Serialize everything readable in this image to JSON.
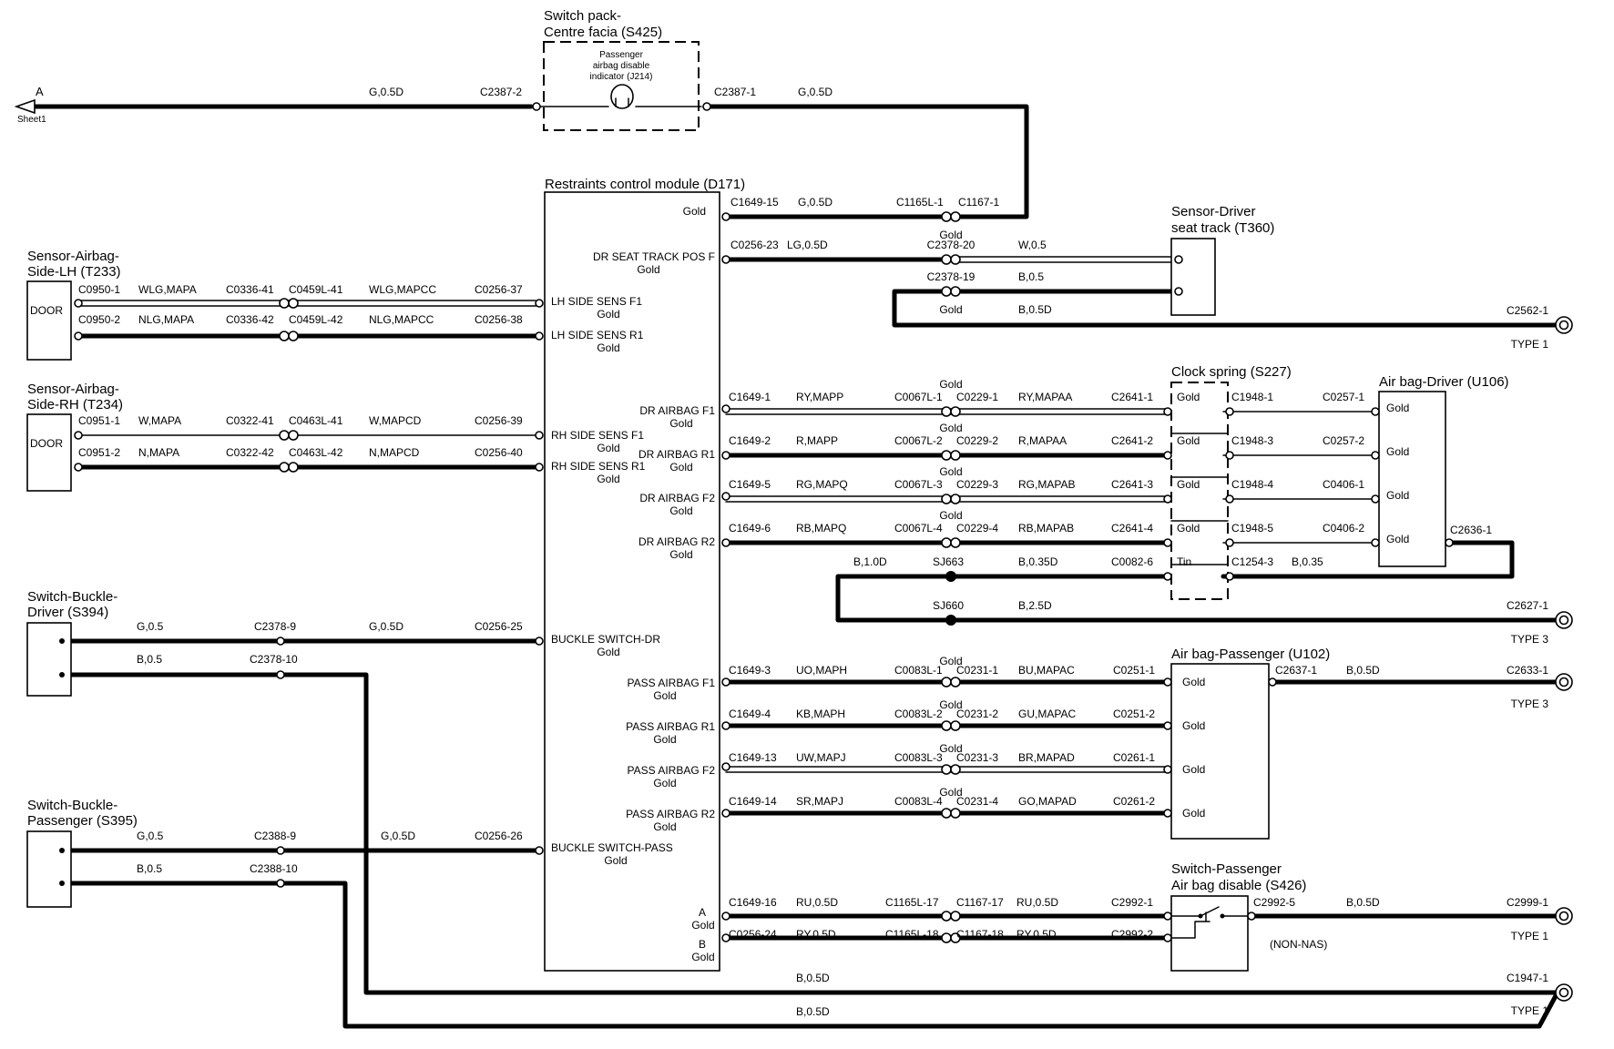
{
  "off_sheet": {
    "letter": "A",
    "sheet": "Sheet1"
  },
  "components": {
    "switch_pack": {
      "line1": "Switch pack-",
      "line2": "Centre facia (S425)"
    },
    "indicator": {
      "line1": "Passenger",
      "line2": "airbag disable",
      "line3": "indicator (J214)"
    },
    "rcm": {
      "title": "Restraints control module (D171)"
    },
    "sensor_lh": {
      "line1": "Sensor-Airbag-",
      "line2": "Side-LH (T233)",
      "door": "DOOR"
    },
    "sensor_rh": {
      "line1": "Sensor-Airbag-",
      "line2": "Side-RH (T234)",
      "door": "DOOR"
    },
    "buckle_driver": {
      "line1": "Switch-Buckle-",
      "line2": "Driver (S394)"
    },
    "buckle_pass": {
      "line1": "Switch-Buckle-",
      "line2": "Passenger (S395)"
    },
    "seat_track": {
      "line1": "Sensor-Driver",
      "line2": "seat track (T360)"
    },
    "clock_spring": {
      "title": "Clock spring (S227)"
    },
    "airbag_driver": {
      "title": "Air bag-Driver (U106)"
    },
    "airbag_pass": {
      "title": "Air bag-Passenger (U102)"
    },
    "switch_pass": {
      "line1": "Switch-Passenger",
      "line2": "Air bag disable (S426)",
      "note": "(NON-NAS)"
    }
  },
  "rcm_pins": [
    {
      "name": "Gold",
      "term": ""
    },
    {
      "name": "DR SEAT TRACK POS F",
      "term": "Gold"
    },
    {
      "name": "LH SIDE SENS F1",
      "term": "Gold"
    },
    {
      "name": "LH SIDE SENS R1",
      "term": "Gold"
    },
    {
      "name": "RH SIDE SENS F1",
      "term": "Gold"
    },
    {
      "name": "RH SIDE SENS R1",
      "term": "Gold"
    },
    {
      "name": "DR AIRBAG F1",
      "term": "Gold"
    },
    {
      "name": "DR AIRBAG R1",
      "term": "Gold"
    },
    {
      "name": "DR AIRBAG F2",
      "term": "Gold"
    },
    {
      "name": "DR AIRBAG R2",
      "term": "Gold"
    },
    {
      "name": "BUCKLE SWITCH-DR",
      "term": "Gold"
    },
    {
      "name": "PASS AIRBAG F1",
      "term": "Gold"
    },
    {
      "name": "PASS AIRBAG R1",
      "term": "Gold"
    },
    {
      "name": "PASS AIRBAG F2",
      "term": "Gold"
    },
    {
      "name": "PASS AIRBAG R2",
      "term": "Gold"
    },
    {
      "name": "BUCKLE SWITCH-PASS",
      "term": "Gold"
    },
    {
      "name": "A",
      "term": "Gold"
    },
    {
      "name": "B",
      "term": "Gold"
    }
  ],
  "texts": {
    "top_wire_left": "G,0.5D",
    "top_c_left": "C2387-2",
    "top_c_right": "C2387-1",
    "top_wire_right": "G,0.5D",
    "r0_c1": "C1649-15",
    "r0_w1": "G,0.5D",
    "r0_c2": "C1165L-1",
    "r0_c3": "C1167-1",
    "r0_gold": "Gold",
    "r1_c1": "C0256-23",
    "r1_w1": "LG,0.5D",
    "r1_c2": "C2378-20",
    "r1_w2": "W,0.5",
    "r1b_c2": "C2378-19",
    "r1b_w2": "B,0.5",
    "r1b_gold": "Gold",
    "r1b_w3": "B,0.5D",
    "g1_c": "C2562-1",
    "g1_t": "TYPE 1",
    "lh1_c1": "C0950-1",
    "lh1_w1": "WLG,MAPA",
    "lh1_c2": "C0336-41",
    "lh1_c3": "C0459L-41",
    "lh1_w2": "WLG,MAPCC",
    "lh1_c4": "C0256-37",
    "lh2_c1": "C0950-2",
    "lh2_w1": "NLG,MAPA",
    "lh2_c2": "C0336-42",
    "lh2_c3": "C0459L-42",
    "lh2_w2": "NLG,MAPCC",
    "lh2_c4": "C0256-38",
    "rh1_c1": "C0951-1",
    "rh1_w1": "W,MAPA",
    "rh1_c2": "C0322-41",
    "rh1_c3": "C0463L-41",
    "rh1_w2": "W,MAPCD",
    "rh1_c4": "C0256-39",
    "rh2_c1": "C0951-2",
    "rh2_w1": "N,MAPA",
    "rh2_c2": "C0322-42",
    "rh2_c3": "C0463L-42",
    "rh2_w2": "N,MAPCD",
    "rh2_c4": "C0256-40",
    "d1_c1": "C1649-1",
    "d1_w1": "RY,MAPP",
    "d1_c2": "C0067L-1",
    "d1_c3": "C0229-1",
    "d1_w2": "RY,MAPAA",
    "d1_c4": "C2641-1",
    "d1_cs": "Gold",
    "d1_c5": "C1948-1",
    "d1_c6": "C0257-1",
    "d1_ab": "Gold",
    "d2_c1": "C1649-2",
    "d2_w1": "R,MAPP",
    "d2_c2": "C0067L-2",
    "d2_c3": "C0229-2",
    "d2_w2": "R,MAPAA",
    "d2_c4": "C2641-2",
    "d2_cs": "Gold",
    "d2_c5": "C1948-3",
    "d2_c6": "C0257-2",
    "d2_ab": "Gold",
    "d3_c1": "C1649-5",
    "d3_w1": "RG,MAPQ",
    "d3_c2": "C0067L-3",
    "d3_c3": "C0229-3",
    "d3_w2": "RG,MAPAB",
    "d3_c4": "C2641-3",
    "d3_cs": "Gold",
    "d3_c5": "C1948-4",
    "d3_c6": "C0406-1",
    "d3_ab": "Gold",
    "d4_c1": "C1649-6",
    "d4_w1": "RB,MAPQ",
    "d4_c2": "C0067L-4",
    "d4_c3": "C0229-4",
    "d4_w2": "RB,MAPAB",
    "d4_c4": "C2641-4",
    "d4_cs": "Gold",
    "d4_c5": "C1948-5",
    "d4_c6": "C0406-2",
    "d4_ab": "Gold",
    "d_gold_1": "Gold",
    "d_gold_2": "Gold",
    "d_gold_3": "Gold",
    "d_gold_4": "Gold",
    "gnd_w1": "B,1.0D",
    "gnd_sj1": "SJ663",
    "gnd_w2": "B,0.35D",
    "gnd_c1": "C0082-6",
    "gnd_tin": "Tin",
    "gnd_c2": "C1254-3",
    "gnd_w3": "B,0.35",
    "gnd_c3": "C2636-1",
    "gnd_sj2": "SJ660",
    "gnd_w4": "B,2.5D",
    "g2_c": "C2627-1",
    "g2_t": "TYPE 3",
    "bd1_w1": "G,0.5",
    "bd1_c1": "C2378-9",
    "bd1_w2": "G,0.5D",
    "bd1_c2": "C0256-25",
    "bd2_w1": "B,0.5",
    "bd2_c1": "C2378-10",
    "p1_c1": "C1649-3",
    "p1_w1": "UO,MAPH",
    "p1_c2": "C0083L-1",
    "p1_c3": "C0231-1",
    "p1_w2": "BU,MAPAC",
    "p1_c4": "C0251-1",
    "p1_ab": "Gold",
    "p2_c1": "C1649-4",
    "p2_w1": "KB,MAPH",
    "p2_c2": "C0083L-2",
    "p2_c3": "C0231-2",
    "p2_w2": "GU,MAPAC",
    "p2_c4": "C0251-2",
    "p2_ab": "Gold",
    "p3_c1": "C1649-13",
    "p3_w1": "UW,MAPJ",
    "p3_c2": "C0083L-3",
    "p3_c3": "C0231-3",
    "p3_w2": "BR,MAPAD",
    "p3_c4": "C0261-1",
    "p3_ab": "Gold",
    "p4_c1": "C1649-14",
    "p4_w1": "SR,MAPJ",
    "p4_c2": "C0083L-4",
    "p4_c3": "C0231-4",
    "p4_w2": "GO,MAPAD",
    "p4_c4": "C0261-2",
    "p4_ab": "Gold",
    "p_gold_1": "Gold",
    "p_gold_2": "Gold",
    "p_gold_3": "Gold",
    "p_gold_4": "Gold",
    "ap_c1": "C2637-1",
    "ap_w1": "B,0.5D",
    "g3_c": "C2633-1",
    "g3_t": "TYPE 3",
    "bp1_w1": "G,0.5",
    "bp1_c1": "C2388-9",
    "bp1_w2": "G,0.5D",
    "bp1_c2": "C0256-26",
    "bp2_w1": "B,0.5",
    "bp2_c1": "C2388-10",
    "a_c1": "C1649-16",
    "a_w1": "RU,0.5D",
    "a_c2": "C1165L-17",
    "a_c3": "C1167-17",
    "a_w2": "RU,0.5D",
    "a_c4": "C2992-1",
    "b_c1": "C0256-24",
    "b_w1": "RY,0.5D",
    "b_c2": "C1165L-18",
    "b_c3": "C1167-18",
    "b_w2": "RY,0.5D",
    "b_c4": "C2992-2",
    "sp_c1": "C2992-5",
    "sp_w1": "B,0.5D",
    "g4_c": "C2999-1",
    "g4_t": "TYPE 1",
    "bot_w1": "B,0.5D",
    "bot_w2": "B,0.5D",
    "g5_c": "C1947-1",
    "g5_t": "TYPE 1"
  }
}
